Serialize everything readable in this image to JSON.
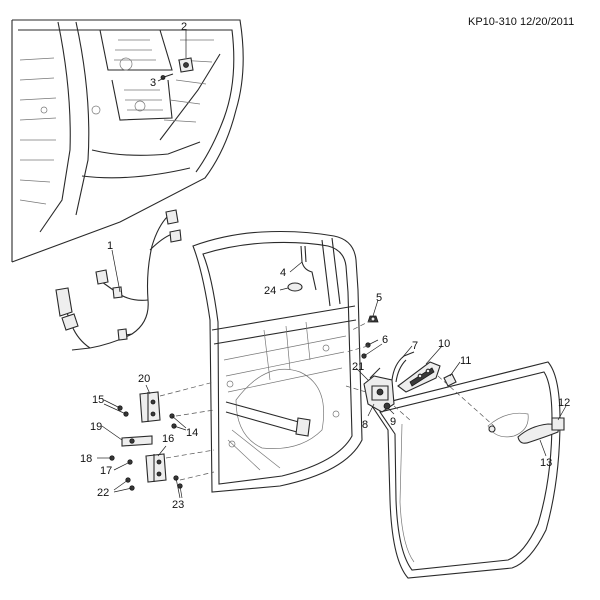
{
  "header": {
    "diagram_id": "KP10-310 12/20/2011"
  },
  "callouts": [
    {
      "id": "c1",
      "text": "1"
    },
    {
      "id": "c2",
      "text": "2"
    },
    {
      "id": "c3",
      "text": "3"
    },
    {
      "id": "c4",
      "text": "4"
    },
    {
      "id": "c5",
      "text": "5"
    },
    {
      "id": "c6",
      "text": "6"
    },
    {
      "id": "c7",
      "text": "7"
    },
    {
      "id": "c8",
      "text": "8"
    },
    {
      "id": "c9",
      "text": "9"
    },
    {
      "id": "c10",
      "text": "10"
    },
    {
      "id": "c11",
      "text": "11"
    },
    {
      "id": "c12",
      "text": "12"
    },
    {
      "id": "c13",
      "text": "13"
    },
    {
      "id": "c14",
      "text": "14"
    },
    {
      "id": "c15",
      "text": "15"
    },
    {
      "id": "c16",
      "text": "16"
    },
    {
      "id": "c17",
      "text": "17"
    },
    {
      "id": "c18",
      "text": "18"
    },
    {
      "id": "c19",
      "text": "19"
    },
    {
      "id": "c20",
      "text": "20"
    },
    {
      "id": "c21",
      "text": "21"
    },
    {
      "id": "c22",
      "text": "22"
    },
    {
      "id": "c23",
      "text": "23"
    },
    {
      "id": "c24",
      "text": "24"
    }
  ]
}
